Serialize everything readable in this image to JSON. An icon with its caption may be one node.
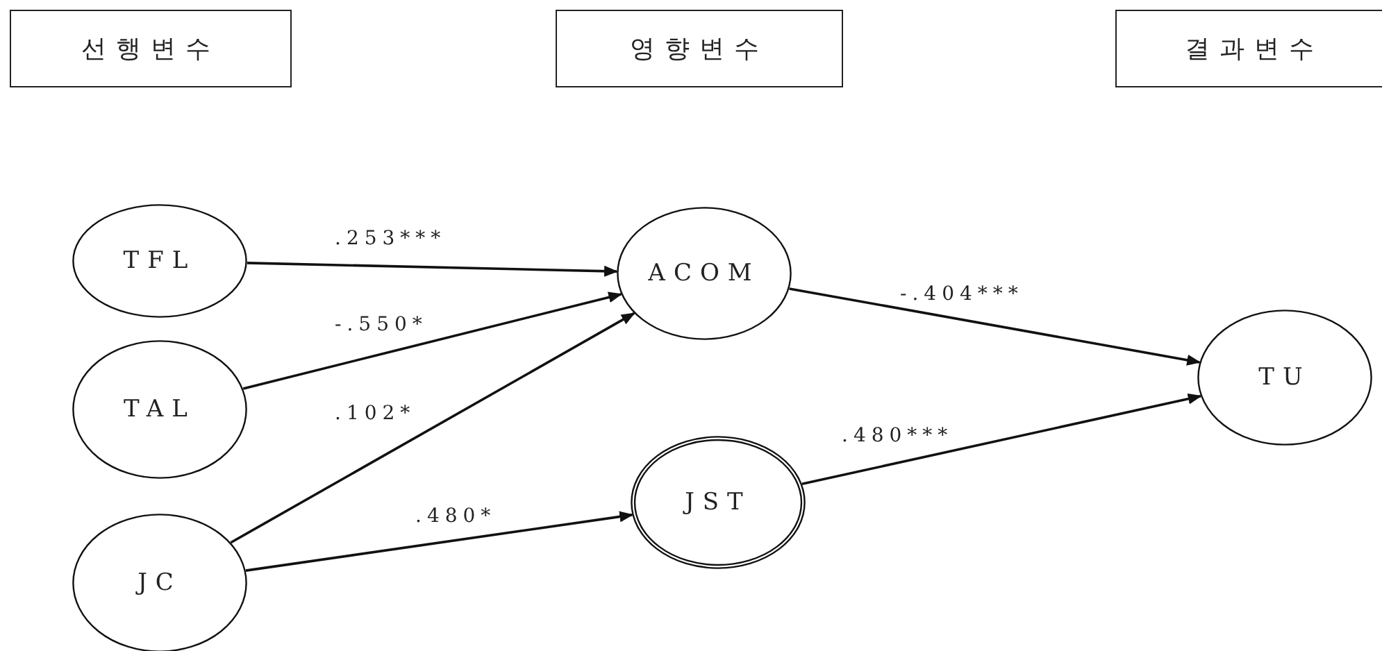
{
  "diagram": {
    "nodes": [
      {
        "text": [
          "선행변수"
        ]
      },
      {
        "text": [
          "영향변수"
        ]
      },
      {
        "text": [
          "결과변수"
        ]
      },
      {
        "text": [
          "TFL"
        ]
      },
      {
        "text": [
          "TAL"
        ]
      },
      {
        "text": [
          "JC"
        ]
      },
      {
        "text": [
          "ACOM"
        ]
      },
      {
        "text": [
          "JST"
        ]
      },
      {
        "text": [
          "TU"
        ]
      }
    ],
    "edges": [
      {
        "from": 3,
        "to": 6,
        "arrow": "to",
        "label": ".253***"
      },
      {
        "from": 4,
        "to": 6,
        "arrow": "to",
        "label": "-.550*"
      },
      {
        "from": 5,
        "to": 6,
        "arrow": "to",
        "label": ".102*"
      },
      {
        "from": 5,
        "to": 7,
        "arrow": "to",
        "label": ".480*"
      },
      {
        "from": 6,
        "to": 8,
        "arrow": "to",
        "label": "-.404***"
      },
      {
        "from": 7,
        "to": 8,
        "arrow": "to",
        "label": ".480***"
      }
    ]
  }
}
